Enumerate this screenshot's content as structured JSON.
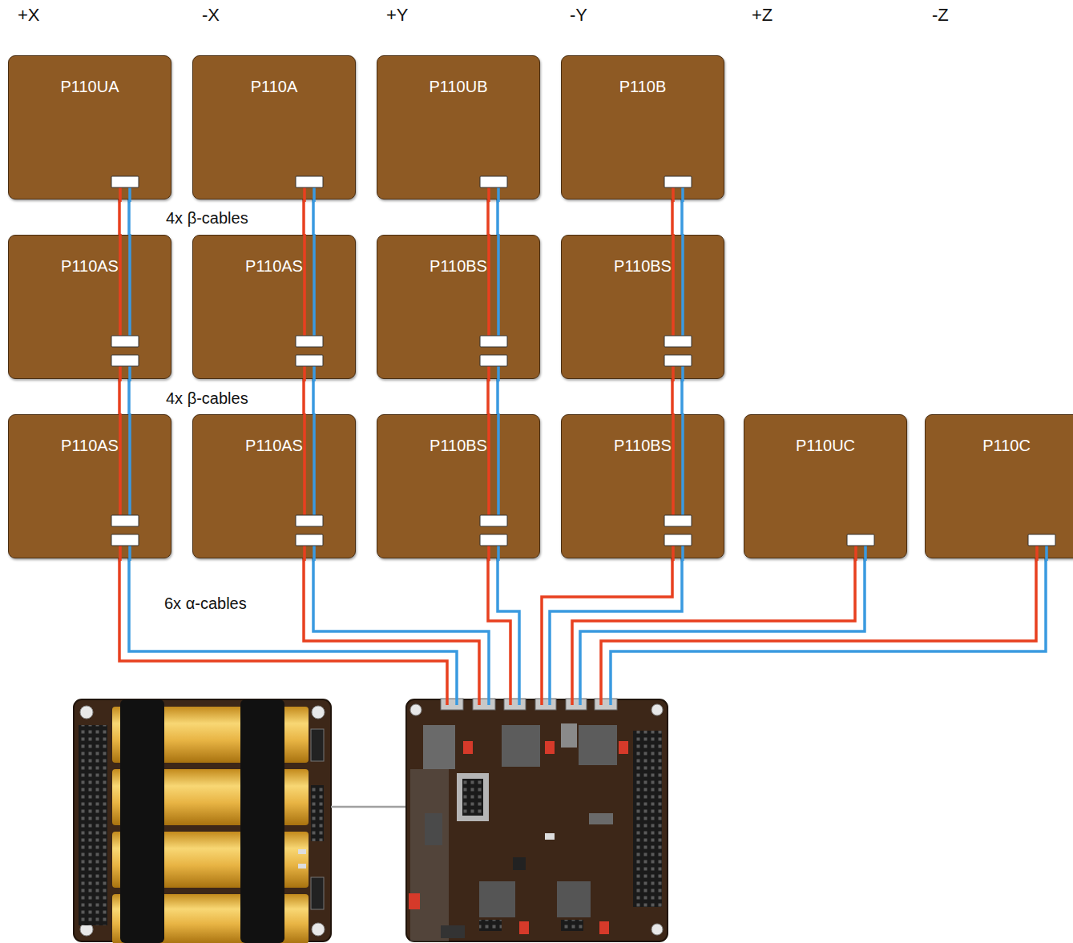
{
  "diagram": {
    "nodes": [
      {
        "text": [
          "P110UA"
        ]
      },
      {
        "text": [
          "P110A"
        ]
      },
      {
        "text": [
          "P110UB"
        ]
      },
      {
        "text": [
          "P110B"
        ]
      },
      {
        "text": [
          "P110AS"
        ]
      },
      {
        "text": [
          "P110AS"
        ]
      },
      {
        "text": [
          "P110BS"
        ]
      },
      {
        "text": [
          "P110BS"
        ]
      },
      {
        "text": [
          "P110AS"
        ]
      },
      {
        "text": [
          "P110AS"
        ]
      },
      {
        "text": [
          "P110BS"
        ]
      },
      {
        "text": [
          "P110BS"
        ]
      },
      {
        "text": [
          "P110UC"
        ]
      },
      {
        "text": [
          "P110C"
        ]
      }
    ],
    "edges": [
      {
        "from": 0,
        "to": 4,
        "arrow": "none"
      },
      {
        "from": 1,
        "to": 5,
        "arrow": "none"
      },
      {
        "from": 2,
        "to": 6,
        "arrow": "none"
      },
      {
        "from": 3,
        "to": 7,
        "arrow": "none"
      },
      {
        "from": 4,
        "to": 8,
        "arrow": "none"
      },
      {
        "from": 5,
        "to": 9,
        "arrow": "none"
      },
      {
        "from": 6,
        "to": 10,
        "arrow": "none"
      },
      {
        "from": 7,
        "to": 11,
        "arrow": "none"
      }
    ],
    "labels": [
      "+X",
      "-X",
      "+Y",
      "-Y",
      "+Z",
      "-Z",
      "4x β-cables",
      "4x β-cables",
      "6x α-cables"
    ]
  }
}
